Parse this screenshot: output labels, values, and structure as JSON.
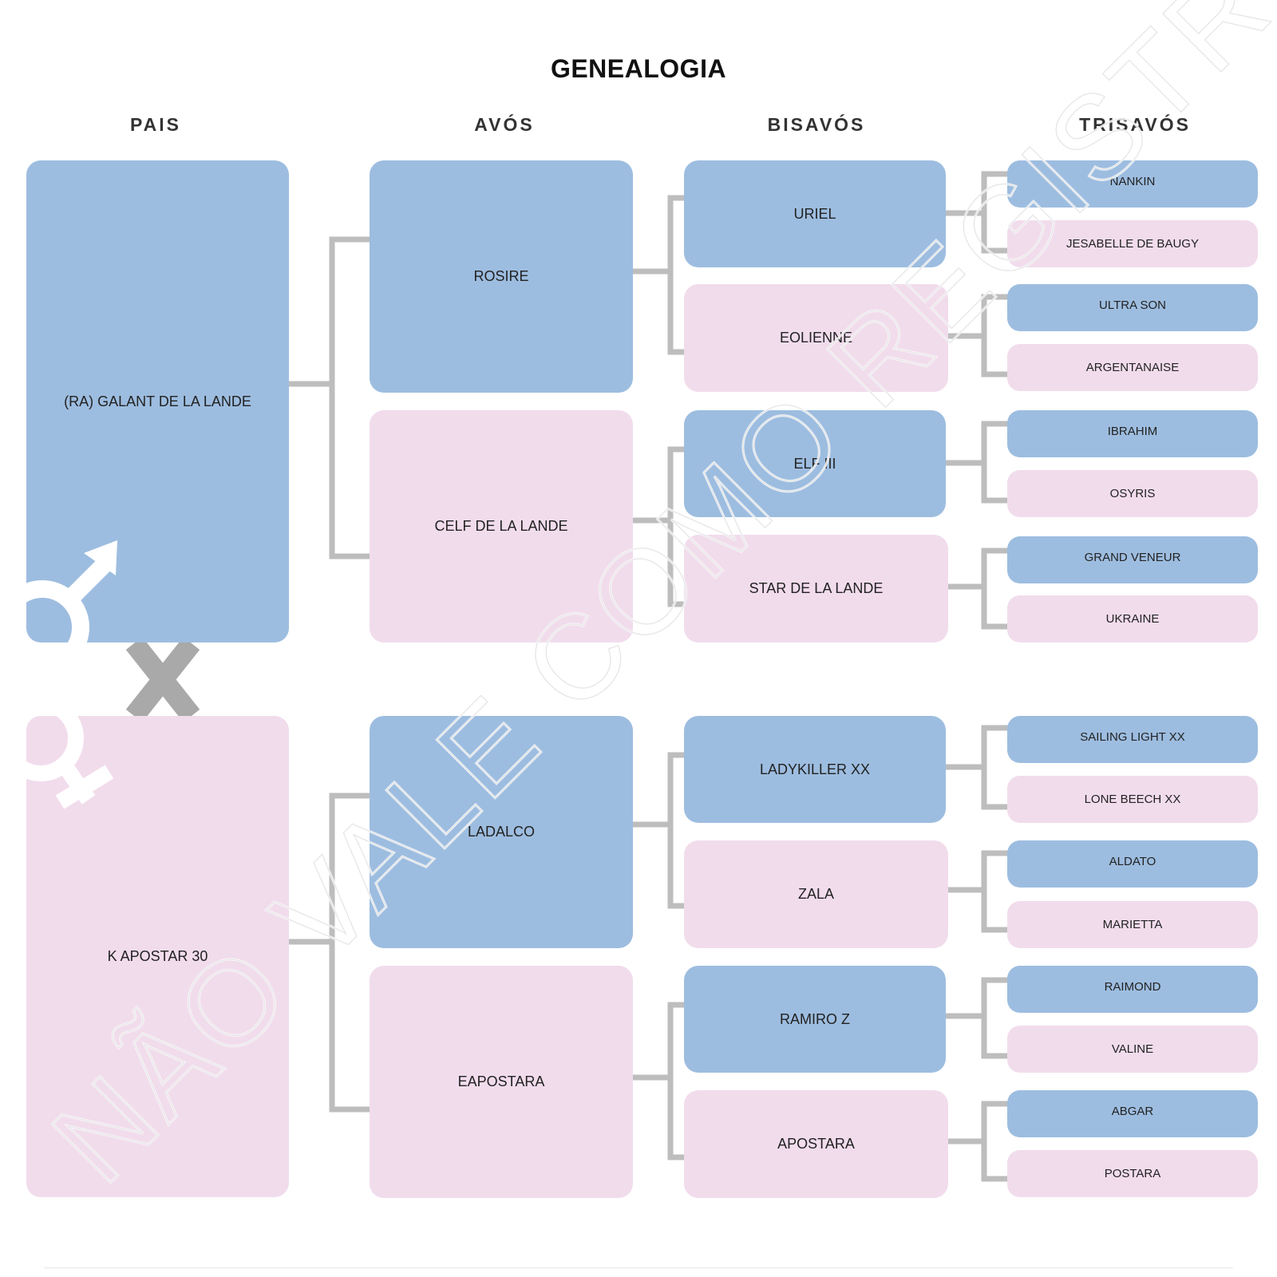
{
  "title": "GENEALOGIA",
  "columns": {
    "pais": "PAIS",
    "avos": "AVÓS",
    "bisavos": "BISAVÓS",
    "trisavos": "TRISAVÓS"
  },
  "pais": {
    "sire": "(RA) GALANT DE LA LANDE",
    "dam": "K APOSTAR 30"
  },
  "avos": [
    "ROSIRE",
    "CELF DE LA LANDE",
    "LADALCO",
    "EAPOSTARA"
  ],
  "bisavos": [
    "URIEL",
    "EOLIENNE",
    "ELF III",
    "STAR DE LA LANDE",
    "LADYKILLER XX",
    "ZALA",
    "RAMIRO Z",
    "APOSTARA"
  ],
  "trisavos": [
    "NANKIN",
    "JESABELLE DE BAUGY",
    "ULTRA SON",
    "ARGENTANAISE",
    "IBRAHIM",
    "OSYRIS",
    "GRAND VENEUR",
    "UKRAINE",
    "SAILING LIGHT XX",
    "LONE BEECH XX",
    "ALDATO",
    "MARIETTA",
    "RAIMOND",
    "VALINE",
    "ABGAR",
    "POSTARA"
  ],
  "watermark": "NÃO VALE COMO REGISTRO",
  "colors": {
    "male": "#9dbde0",
    "female": "#f1dcec",
    "connector": "#bdbdbd"
  }
}
